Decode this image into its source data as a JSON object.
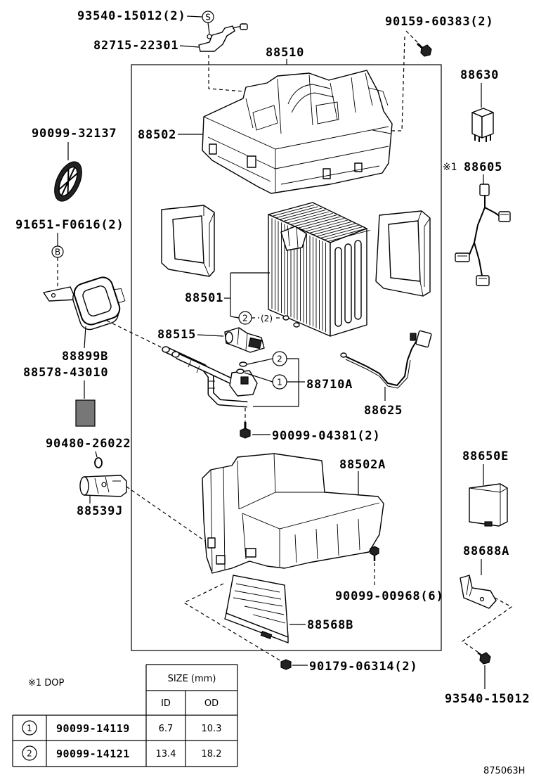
{
  "labels": [
    "93540-15012(2)",
    "82715-22301",
    "88510",
    "90159-60383(2)",
    "88630",
    "88502",
    "90099-32137",
    "88605",
    "91651-F0616(2)",
    "88501",
    "88515",
    "88899B",
    "88710A",
    "88578-43010",
    "88625",
    "90099-04381(2)",
    "90480-26022",
    "88502A",
    "88650E",
    "88539J",
    "88688A",
    "90099-00968(6)",
    "88568B",
    "90179-06314(2)",
    "93540-15012"
  ],
  "markers": {
    "s": "S",
    "b": "B",
    "evap_oring": "2",
    "evap_oring_qty": "(2)",
    "pipe_oring_2": "2",
    "pipe_oring_1": "1"
  },
  "note_ref": "※1",
  "note": "※1 DOP",
  "size_table": {
    "header": "SIZE (mm)",
    "col_id": "ID",
    "col_od": "OD",
    "rows": [
      {
        "mark": "1",
        "part": "90099-14119",
        "id": "6.7",
        "od": "10.3"
      },
      {
        "mark": "2",
        "part": "90099-14121",
        "id": "13.4",
        "od": "18.2"
      }
    ]
  },
  "drawing_number": "875063H"
}
